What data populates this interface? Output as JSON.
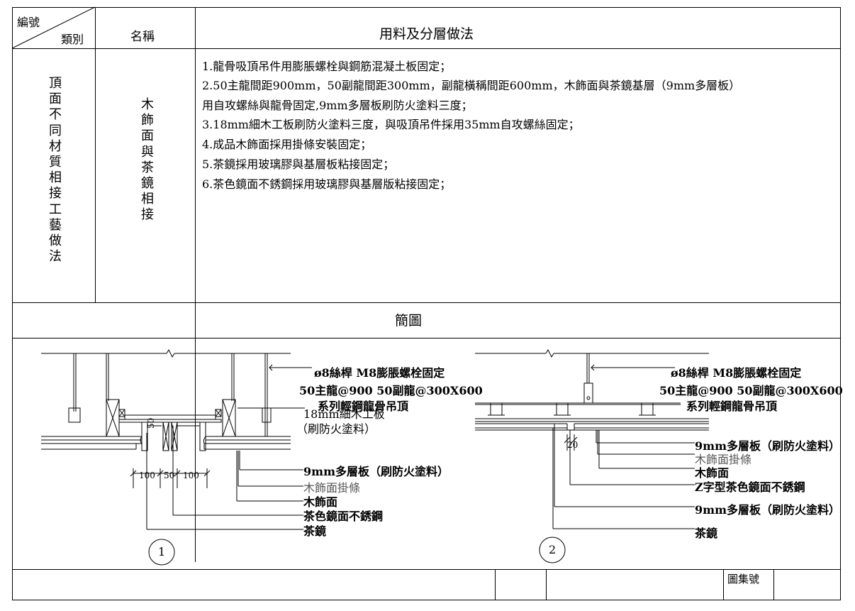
{
  "header": {
    "code_label": "編號",
    "category_label": "類別",
    "name_label": "名稱",
    "method_label": "用料及分層做法"
  },
  "row": {
    "category": "頂面不同材質相接工藝做法",
    "name": "木飾面與茶鏡相接",
    "notes": [
      "1.龍骨吸頂吊件用膨脹螺栓與鋼筋混凝土板固定；",
      "2.50主龍間距900mm，50副龍間距300mm，副龍橫稱間距600mm，木飾面與茶鏡基層（9mm多層板）",
      "用自攻螺絲與龍骨固定,9mm多層板刷防火塗料三度；",
      "3.18mm細木工板刷防火塗料三度，與吸頂吊件採用35mm自攻螺絲固定；",
      "4.成品木飾面採用掛條安裝固定；",
      "5.茶鏡採用玻璃膠與基層板粘接固定；",
      "6.茶色鏡面不銹鋼採用玻璃膠與基層版粘接固定；"
    ]
  },
  "diagram_section": {
    "title": "簡圖"
  },
  "diagram1": {
    "number": "1",
    "labels": {
      "rod": "ø8絲桿 M8膨脹螺栓固定",
      "keel": "50主龍@900   50副龍@300X600",
      "series": "系列輕鋼龍骨吊頂",
      "board18": "18mm細木工板",
      "fireproof": "（刷防火塗料）",
      "ply9": "9mm多層板（刷防火塗料）",
      "hanger": "木飾面掛條",
      "wood": "木飾面",
      "steel": "茶色鏡面不銹鋼",
      "mirror": "茶鏡"
    },
    "dims": [
      "100",
      "50",
      "100",
      "50"
    ]
  },
  "diagram2": {
    "number": "2",
    "labels": {
      "rod": "ø8絲桿 M8膨脹螺栓固定",
      "keel": "50主龍@900   50副龍@300X600",
      "series": "系列輕鋼龍骨吊頂",
      "ply9a": "9mm多層板（刷防火塗料）",
      "hanger": "木飾面掛條",
      "wood": "木飾面",
      "zsteel": "Z字型茶色鏡面不銹鋼",
      "ply9b": "9mm多層板（刷防火塗料）",
      "mirror": "茶鏡"
    },
    "dims": [
      "20"
    ]
  },
  "footer": {
    "atlas_label": "圖集號"
  }
}
